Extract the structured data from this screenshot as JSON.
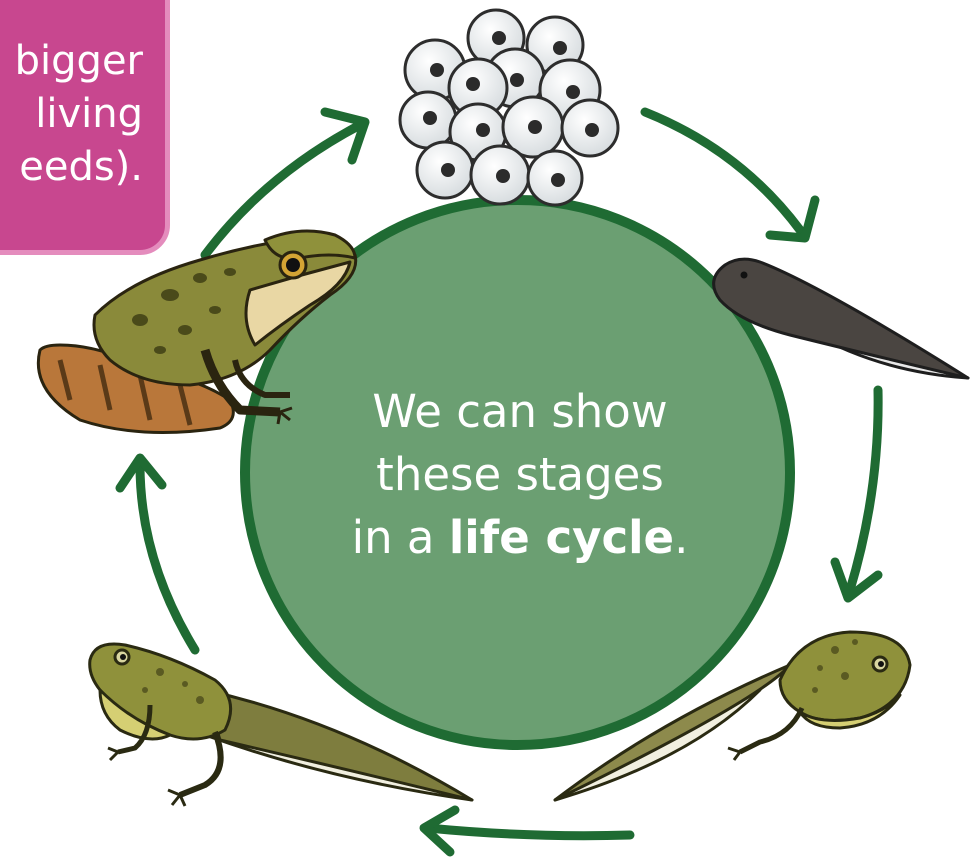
{
  "callout": {
    "lines": [
      "bigger",
      "living",
      "eeds)."
    ]
  },
  "center": {
    "line1": "We can show",
    "line2": "these stages",
    "line3_prefix": "in a ",
    "line3_bold": "life cycle",
    "line3_suffix": "."
  },
  "stages": [
    "frogspawn",
    "tadpole",
    "tadpole-with-back-legs",
    "froglet",
    "frog"
  ],
  "colors": {
    "callout_fill": "#c8478f",
    "callout_border": "#e48cbd",
    "circle_fill": "#6b9f72",
    "circle_border": "#1f6b33",
    "arrow": "#1f6b33"
  }
}
